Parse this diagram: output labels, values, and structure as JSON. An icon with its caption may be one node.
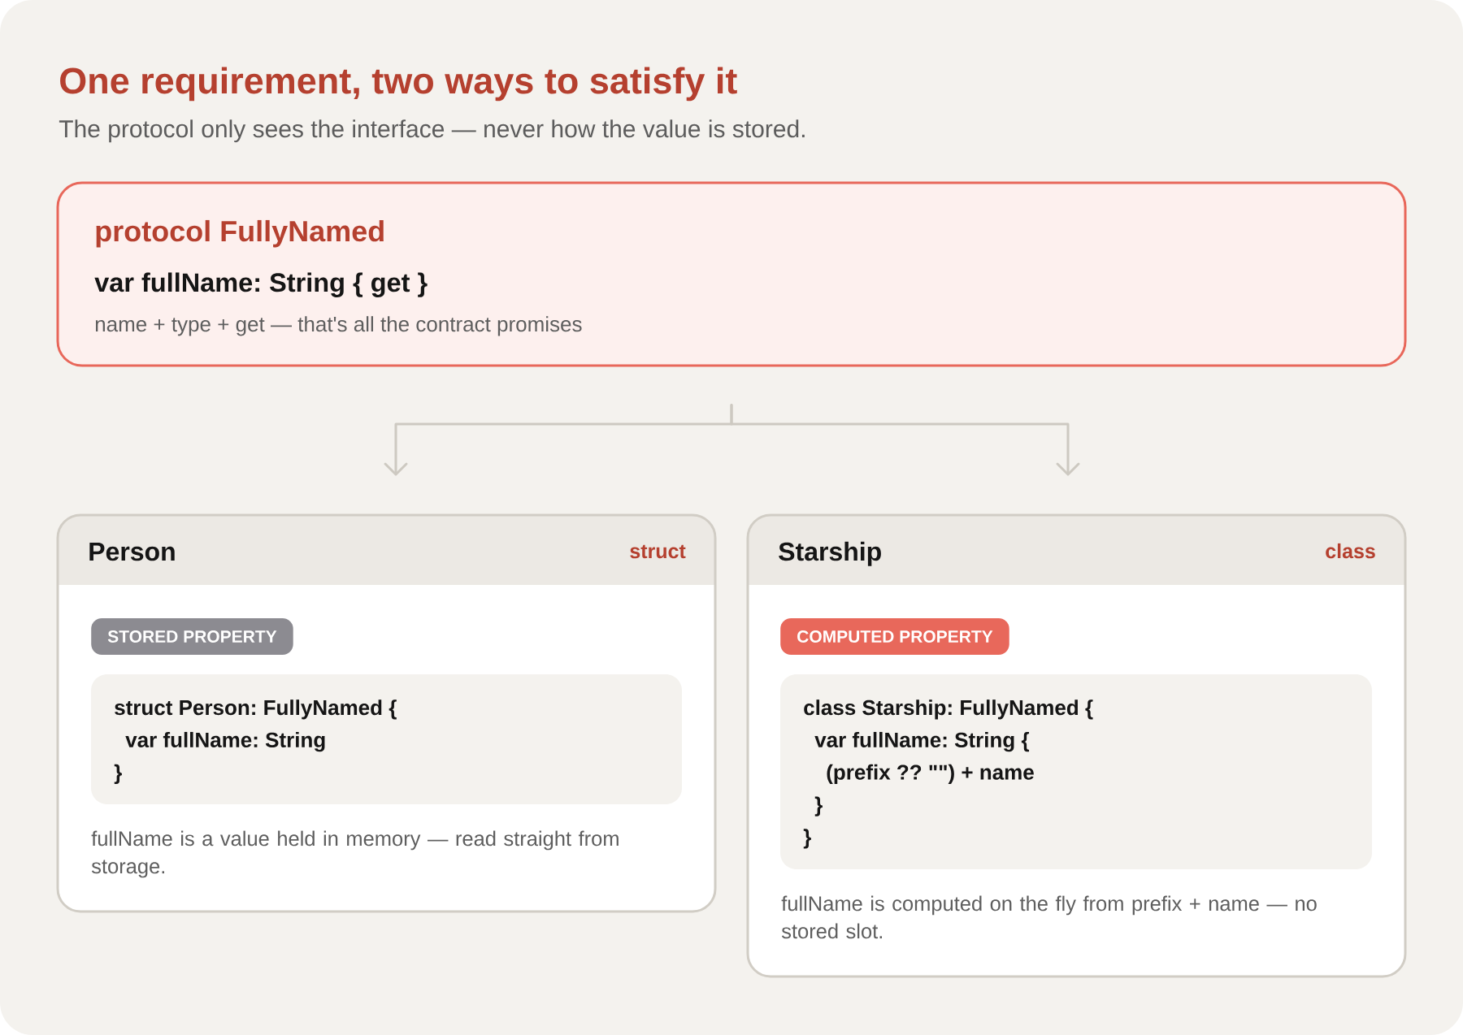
{
  "diagram": {
    "title": "One requirement, two ways to satisfy it",
    "nodes": [
      {
        "text": [
          "protocol FullyNamed",
          "var fullName: String { get }",
          "name + type + get — that's all the contract promises"
        ]
      },
      {
        "text": [
          "Person",
          "struct",
          "fullName is a value held in memory — read straight from storage."
        ]
      },
      {
        "text": [
          "STORED PROPERTY"
        ],
        "in": 1
      },
      {
        "text": [
          "struct Person: FullyNamed {",
          "var fullName: String",
          "}"
        ],
        "in": 1
      },
      {
        "text": [
          "Starship",
          "class",
          "fullName is computed on the fly from prefix + name — no stored slot."
        ]
      },
      {
        "text": [
          "COMPUTED PROPERTY"
        ],
        "in": 4
      },
      {
        "text": [
          "class Starship: FullyNamed {",
          "var fullName: String {",
          "(prefix ?? \"\") + name",
          "}",
          "}"
        ],
        "in": 4
      }
    ],
    "edges": [
      {
        "from": 0,
        "to": 1,
        "arrow": "to"
      },
      {
        "from": 0,
        "to": 4,
        "arrow": "to"
      }
    ],
    "labels": [
      "The protocol only sees the interface — never how the value is stored."
    ]
  }
}
